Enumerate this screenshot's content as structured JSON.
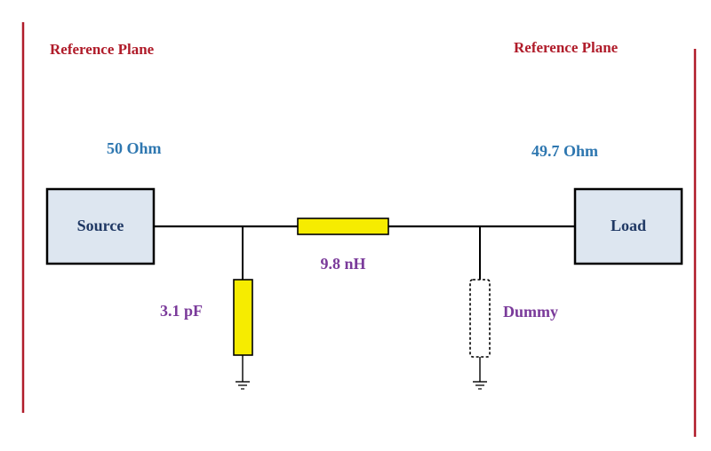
{
  "reference_planes": {
    "left_label": "Reference Plane",
    "right_label": "Reference Plane"
  },
  "impedances": {
    "source": "50 Ohm",
    "load": "49.7 Ohm"
  },
  "blocks": {
    "source": "Source",
    "load": "Load"
  },
  "components": {
    "shunt_capacitor": "3.1 pF",
    "series_inductor": "9.8 nH",
    "dummy": "Dummy"
  },
  "colors": {
    "reference_plane": "#b01c2a",
    "impedance_text": "#2e77b0",
    "component_text": "#7a3a9a",
    "block_text": "#1f3864",
    "block_fill": "#dde6f0",
    "component_fill": "#f6ec00",
    "wire": "#000000"
  }
}
